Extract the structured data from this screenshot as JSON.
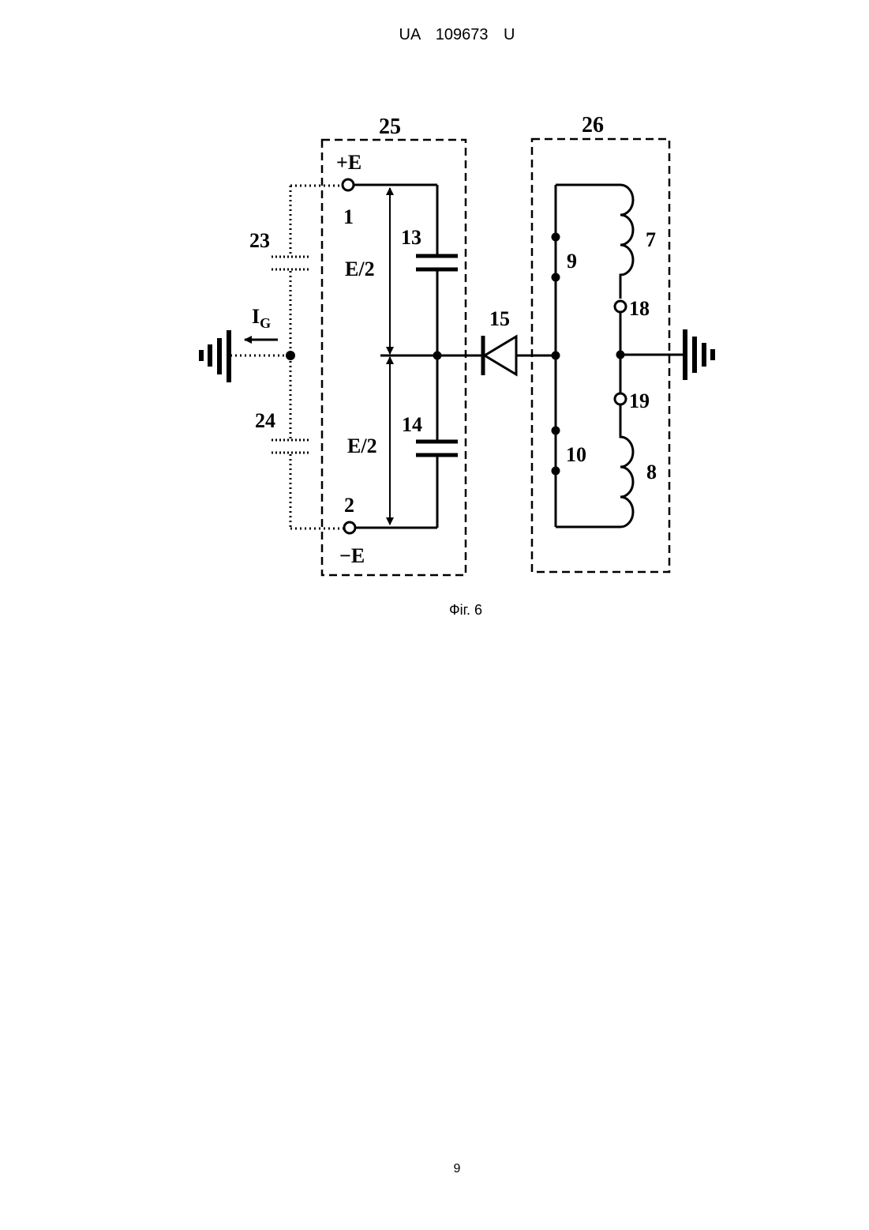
{
  "header": {
    "doc_id": "UA   109673   U"
  },
  "figure": {
    "caption": "Фіг. 6",
    "blocks": {
      "left": "25",
      "right": "26"
    },
    "terminals": {
      "plus_label": "+E",
      "minus_label": "−E",
      "top_number": "1",
      "bottom_number": "2"
    },
    "voltage_labels": {
      "upper": "E/2",
      "lower": "E/2"
    },
    "capacitors": {
      "upper": "13",
      "lower": "14"
    },
    "diode": "15",
    "parasitic_capacitors": {
      "upper": "23",
      "lower": "24"
    },
    "ground_current": {
      "symbol": "I",
      "subscript": "G"
    },
    "switches": {
      "upper": "9",
      "lower": "10"
    },
    "inductors": {
      "upper": "7",
      "lower": "8"
    },
    "taps": {
      "upper": "18",
      "lower": "19"
    }
  },
  "footer": {
    "page_number": "9"
  }
}
